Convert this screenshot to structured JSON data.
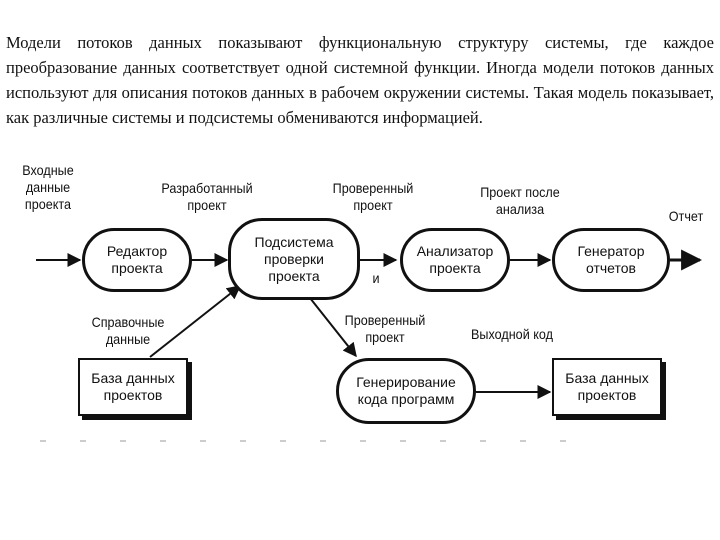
{
  "paragraph": "Модели потоков данных показывают функциональную структуру системы, где каждое преобразование данных соответствует одной системной функции. Иногда модели потоков данных используют для описания потоков данных в рабочем окружении системы. Такая модель показывает, как различные системы и подсистемы обмениваются информацией.",
  "nodes": {
    "editor": "Редактор проекта",
    "checker": "Подсистема проверки проекта",
    "analyzer": "Анализатор проекта",
    "report_generator": "Генератор отчетов",
    "code_generation": "Генерирование кода программ",
    "db_left": "База данных проектов",
    "db_right": "База данных проектов"
  },
  "flows": {
    "input": "Входные данные проекта",
    "developed": "Разработанный проект",
    "checked_top": "Проверенный проект",
    "after_analysis": "Проект после анализа",
    "report": "Отчет",
    "reference": "Справочные данные",
    "checked_bottom": "Проверенный проект",
    "output_code": "Выходной код",
    "and": "и"
  },
  "colors": {
    "ink": "#111111",
    "background": "#ffffff"
  }
}
